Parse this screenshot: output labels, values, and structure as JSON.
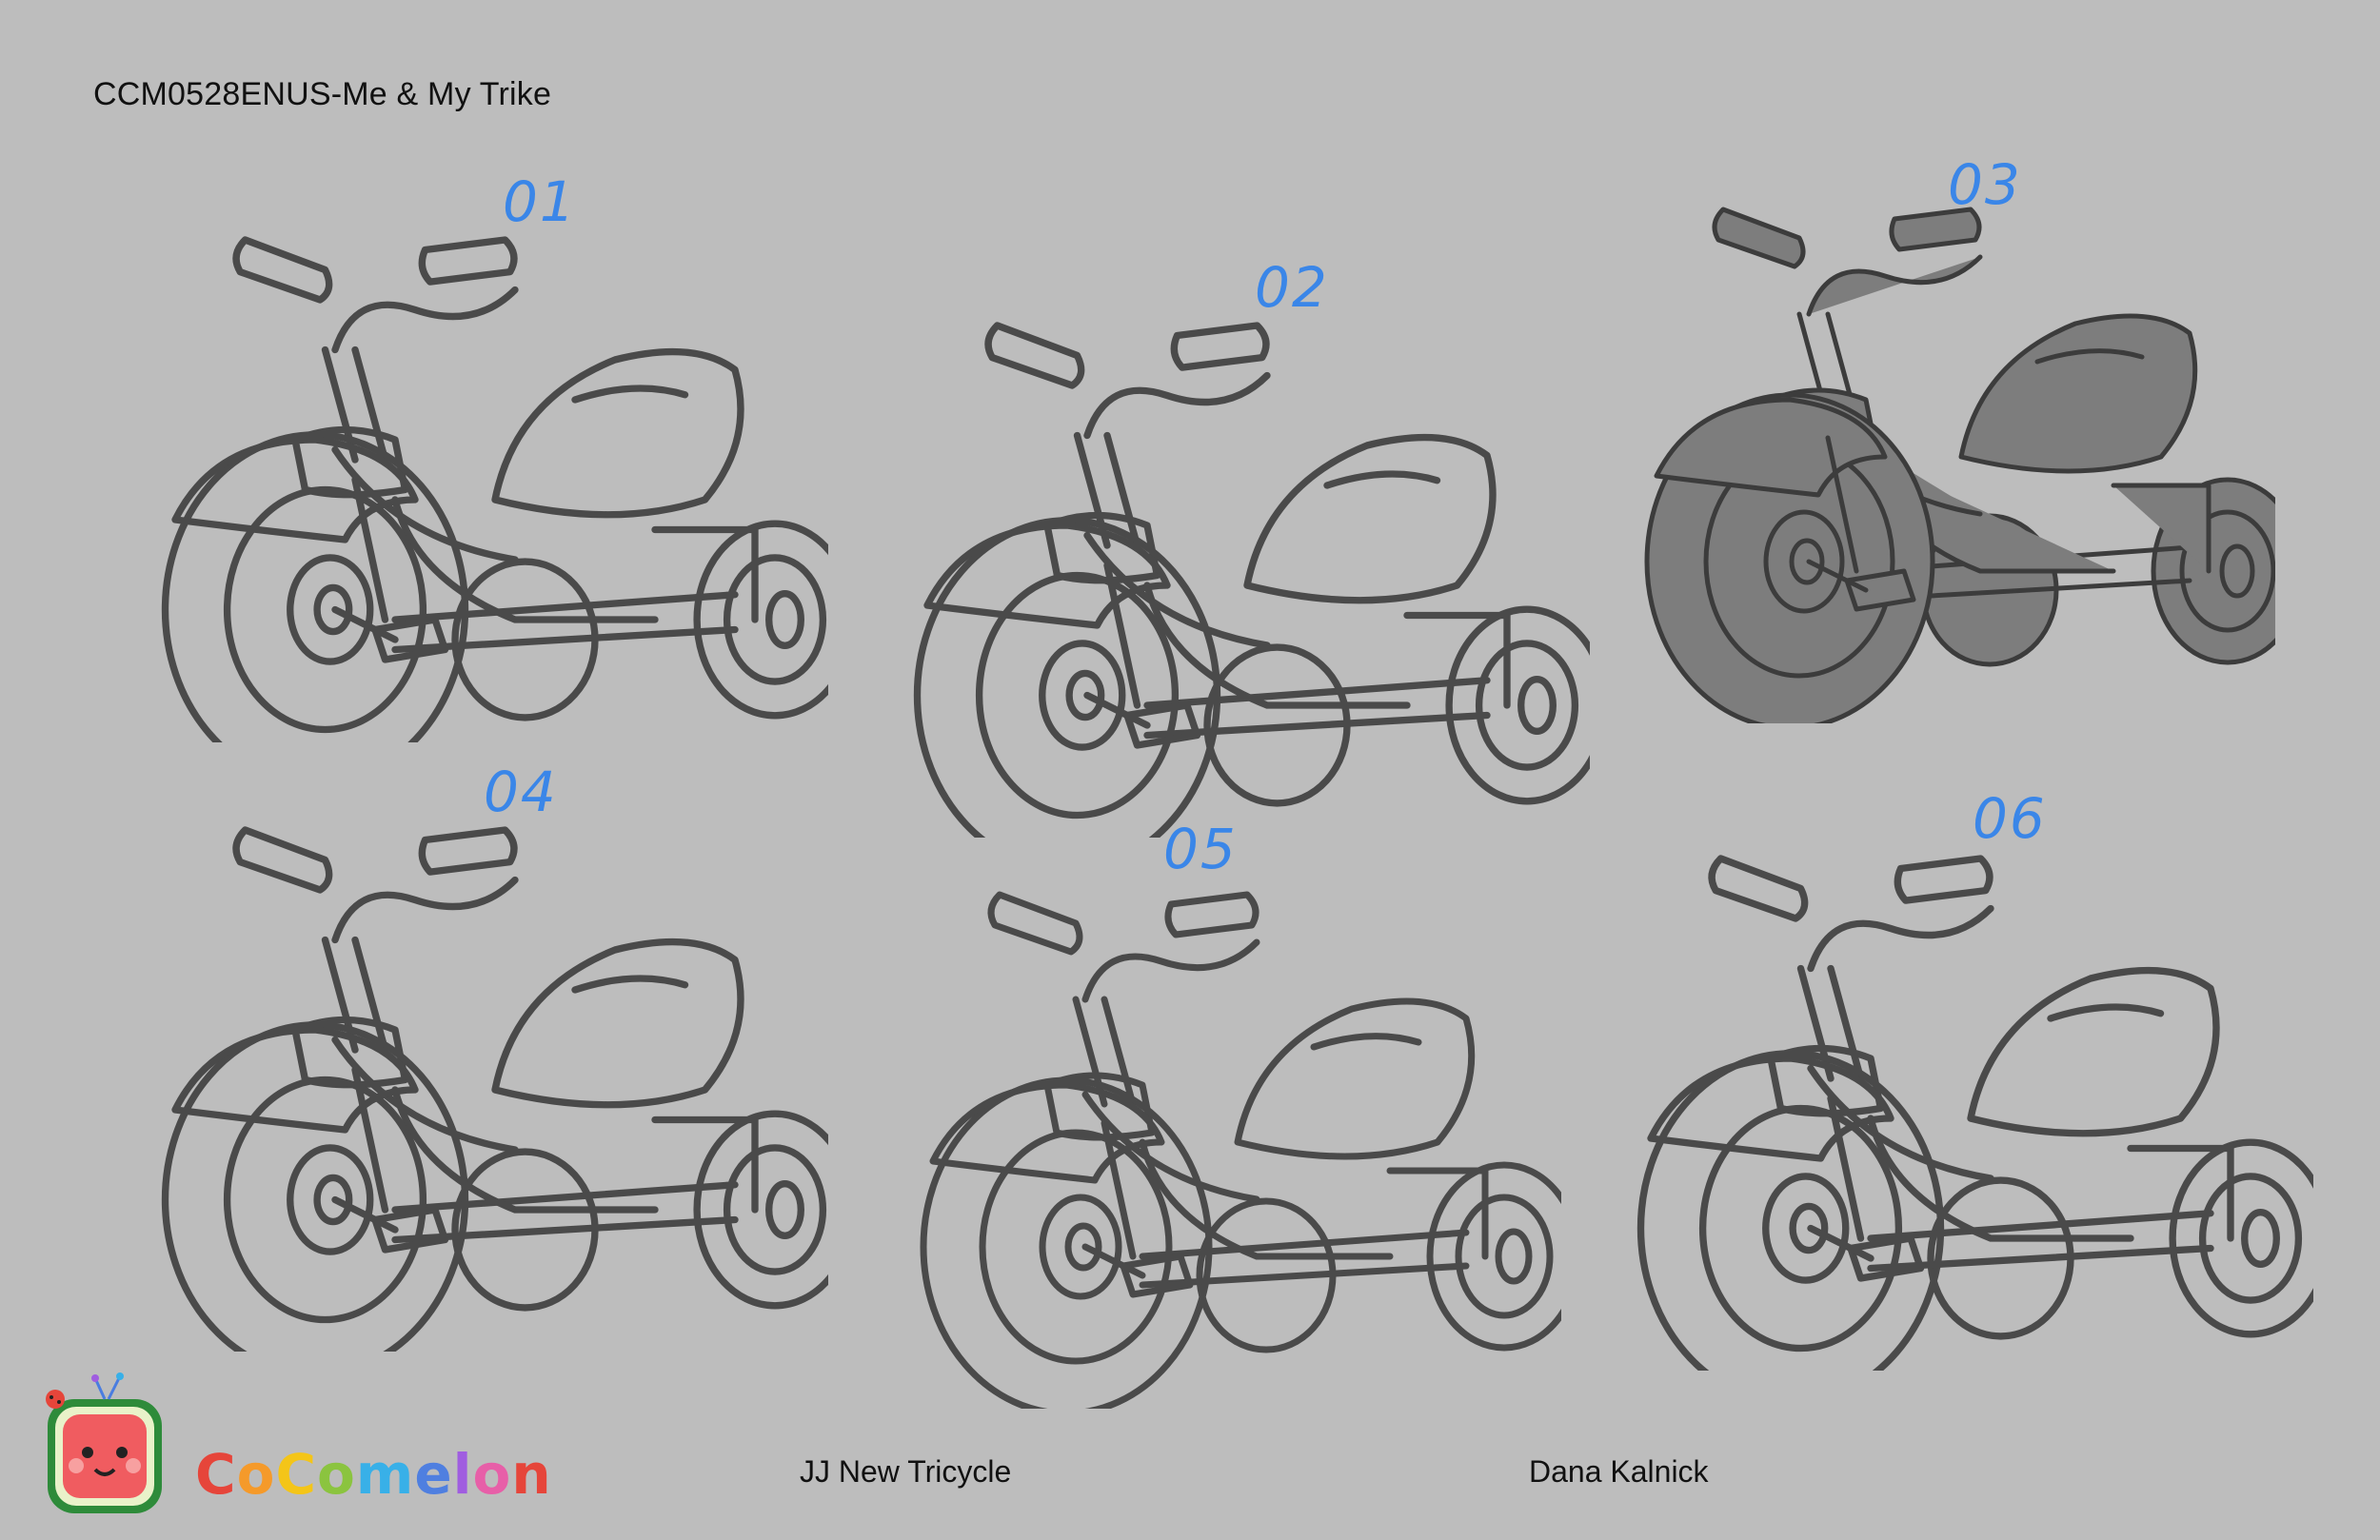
{
  "sheet": {
    "title": "CCM0528ENUS-Me & My Trike",
    "episode_label": "JJ New Tricycle",
    "artist": "Dana Kalnick"
  },
  "brand": {
    "name": "CoComelon",
    "letters": [
      "C",
      "o",
      "C",
      "o",
      "m",
      "e",
      "l",
      "o",
      "n"
    ],
    "letter_colors": [
      "#e6453a",
      "#f59a2a",
      "#f4c518",
      "#8bc43f",
      "#38b0e8",
      "#4f7fe0",
      "#a05de0",
      "#e75fa8",
      "#e6453a"
    ]
  },
  "colors": {
    "background": "#bdbdbd",
    "sketch_line": "#4a4a4a",
    "number_blue": "#3a86e8",
    "shaded_fill": "#7d7d7d"
  },
  "variants": [
    {
      "number": "01",
      "shaded": false
    },
    {
      "number": "02",
      "shaded": false
    },
    {
      "number": "03",
      "shaded": true
    },
    {
      "number": "04",
      "shaded": false
    },
    {
      "number": "05",
      "shaded": false
    },
    {
      "number": "06",
      "shaded": false
    }
  ]
}
